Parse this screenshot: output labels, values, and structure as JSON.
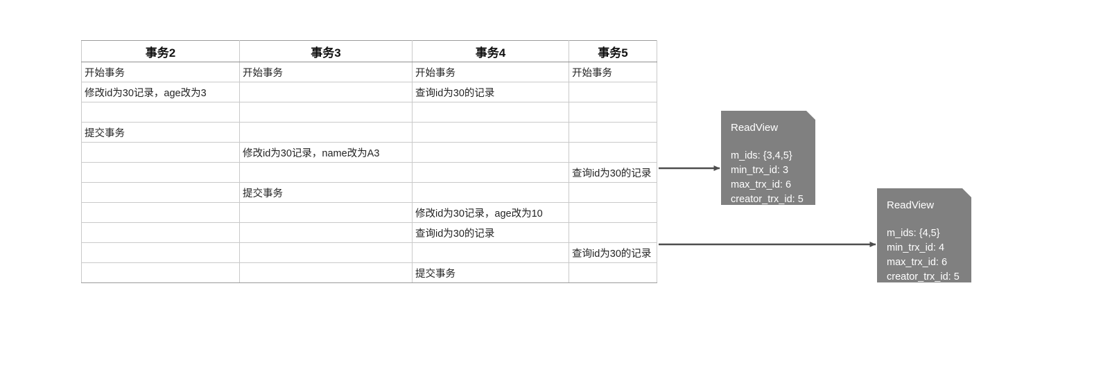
{
  "table": {
    "headers": [
      "事务2",
      "事务3",
      "事务4",
      "事务5"
    ],
    "rows": [
      [
        "开始事务",
        "开始事务",
        "开始事务",
        "开始事务"
      ],
      [
        "修改id为30记录，age改为3",
        "",
        "查询id为30的记录",
        ""
      ],
      [
        "",
        "",
        "",
        ""
      ],
      [
        "提交事务",
        "",
        "",
        ""
      ],
      [
        "",
        "修改id为30记录，name改为A3",
        "",
        ""
      ],
      [
        "",
        "",
        "",
        "查询id为30的记录"
      ],
      [
        "",
        "提交事务",
        "",
        ""
      ],
      [
        "",
        "",
        "修改id为30记录，age改为10",
        ""
      ],
      [
        "",
        "",
        "查询id为30的记录",
        ""
      ],
      [
        "",
        "",
        "",
        "查询id为30的记录"
      ],
      [
        "",
        "",
        "提交事务",
        ""
      ]
    ]
  },
  "notes": [
    {
      "title": "ReadView",
      "lines": [
        "m_ids: {3,4,5}",
        "min_trx_id: 3",
        "max_trx_id: 6",
        "creator_trx_id: 5"
      ]
    },
    {
      "title": "ReadView",
      "lines": [
        "m_ids: {4,5}",
        "min_trx_id: 4",
        "max_trx_id: 6",
        "creator_trx_id: 5"
      ]
    }
  ],
  "colors": {
    "note_background": "#808080",
    "note_text": "#ffffff",
    "table_border": "#c9c9c9",
    "arrow": "#4d4d4d"
  }
}
